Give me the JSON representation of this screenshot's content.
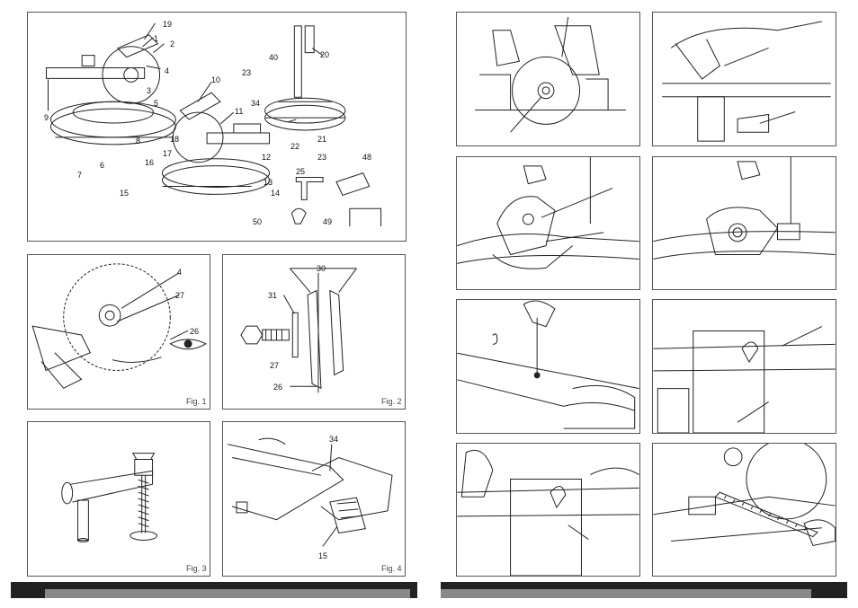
{
  "page_left": {
    "overview_callouts": [
      "19",
      "1",
      "2",
      "4",
      "3",
      "5",
      "9",
      "8",
      "6",
      "7",
      "10",
      "18",
      "17",
      "16",
      "15",
      "11",
      "12",
      "25",
      "13",
      "14",
      "20",
      "40",
      "23",
      "34",
      "21",
      "22",
      "23",
      "48",
      "50",
      "49"
    ],
    "fig1": {
      "label": "Fig. 1",
      "callouts": [
        "4",
        "27",
        "26"
      ]
    },
    "fig2": {
      "label": "Fig. 2",
      "callouts": [
        "30",
        "31",
        "27",
        "26"
      ]
    },
    "fig3": {
      "label": "Fig. 3"
    },
    "fig4": {
      "label": "Fig. 4",
      "callouts": [
        "34",
        "15"
      ]
    }
  },
  "colors": {
    "frame": "#555555",
    "bar_dark": "#222222",
    "bar_light": "#888888",
    "ink": "#222222"
  }
}
